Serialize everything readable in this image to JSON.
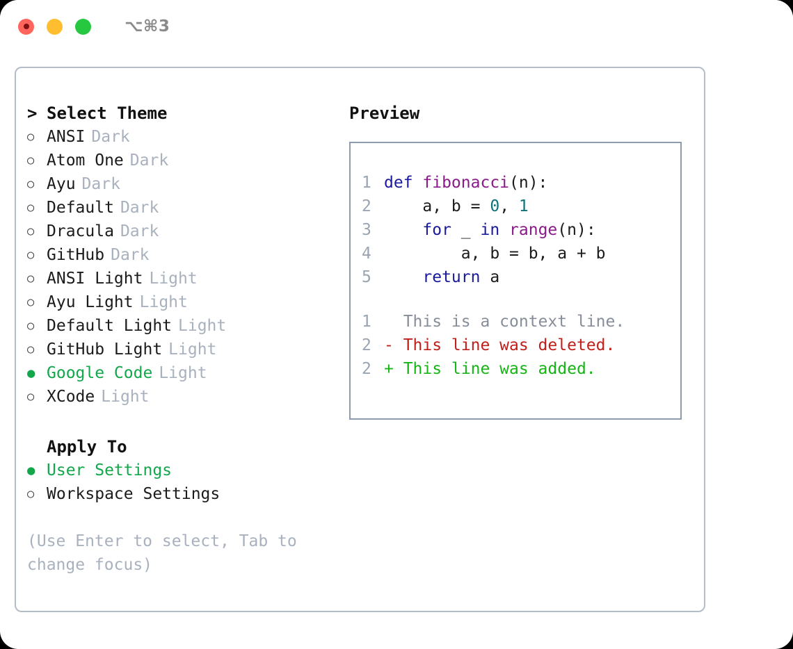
{
  "window": {
    "shortcut_label": "⌥⌘3",
    "traffic_lights": [
      {
        "name": "close",
        "color": "#ff655c"
      },
      {
        "name": "minimize",
        "color": "#ffbe2f"
      },
      {
        "name": "maximize",
        "color": "#26c840"
      }
    ]
  },
  "theme_section": {
    "heading": "Select Theme",
    "caret": ">",
    "marker_unselected": "○",
    "marker_selected": "●",
    "options": [
      {
        "label": "ANSI",
        "tag": "Dark",
        "selected": false
      },
      {
        "label": "Atom One",
        "tag": "Dark",
        "selected": false
      },
      {
        "label": "Ayu",
        "tag": "Dark",
        "selected": false
      },
      {
        "label": "Default",
        "tag": "Dark",
        "selected": false
      },
      {
        "label": "Dracula",
        "tag": "Dark",
        "selected": false
      },
      {
        "label": "GitHub",
        "tag": "Dark",
        "selected": false
      },
      {
        "label": "ANSI Light",
        "tag": "Light",
        "selected": false
      },
      {
        "label": "Ayu Light",
        "tag": "Light",
        "selected": false
      },
      {
        "label": "Default Light",
        "tag": "Light",
        "selected": false
      },
      {
        "label": "GitHub Light",
        "tag": "Light",
        "selected": false
      },
      {
        "label": "Google Code",
        "tag": "Light",
        "selected": true
      },
      {
        "label": "XCode",
        "tag": "Light",
        "selected": false
      }
    ]
  },
  "apply_section": {
    "heading": "Apply To",
    "options": [
      {
        "label": "User Settings",
        "selected": true
      },
      {
        "label": "Workspace Settings",
        "selected": false
      }
    ]
  },
  "help": {
    "text": "(Use Enter to select, Tab to change focus)"
  },
  "preview": {
    "heading": "Preview",
    "code_lines": [
      {
        "num": "1",
        "tokens": [
          {
            "t": "def ",
            "c": "kw"
          },
          {
            "t": "fibonacci",
            "c": "fn"
          },
          {
            "t": "(n):",
            "c": "punc"
          }
        ]
      },
      {
        "num": "2",
        "tokens": [
          {
            "t": "    a, b = ",
            "c": "plain"
          },
          {
            "t": "0",
            "c": "num"
          },
          {
            "t": ", ",
            "c": "plain"
          },
          {
            "t": "1",
            "c": "num"
          }
        ]
      },
      {
        "num": "3",
        "tokens": [
          {
            "t": "    ",
            "c": "plain"
          },
          {
            "t": "for",
            "c": "kw"
          },
          {
            "t": " _ ",
            "c": "plain"
          },
          {
            "t": "in",
            "c": "kw"
          },
          {
            "t": " ",
            "c": "plain"
          },
          {
            "t": "range",
            "c": "fn"
          },
          {
            "t": "(n):",
            "c": "punc"
          }
        ]
      },
      {
        "num": "4",
        "tokens": [
          {
            "t": "        a, b = b, a + b",
            "c": "plain"
          }
        ]
      },
      {
        "num": "5",
        "tokens": [
          {
            "t": "    ",
            "c": "plain"
          },
          {
            "t": "return",
            "c": "kw"
          },
          {
            "t": " a",
            "c": "plain"
          }
        ]
      }
    ],
    "diff_lines": [
      {
        "num": "1",
        "text": "  This is a context line.",
        "kind": "diff-ctx"
      },
      {
        "num": "2",
        "text": "- This line was deleted.",
        "kind": "diff-del"
      },
      {
        "num": "2",
        "text": "+ This line was added.",
        "kind": "diff-add"
      }
    ]
  },
  "colors": {
    "accent_green": "#11a84b",
    "keyword": "#1a1a9c",
    "function": "#8a1a8a",
    "number": "#0d7377",
    "muted": "#a8b1bd",
    "line_number": "#9aa5b1",
    "diff_context": "#868e99",
    "diff_deleted": "#c0201a",
    "diff_added": "#16b516",
    "panel_border": "#b3bcc8",
    "code_border": "#8d9bac"
  }
}
